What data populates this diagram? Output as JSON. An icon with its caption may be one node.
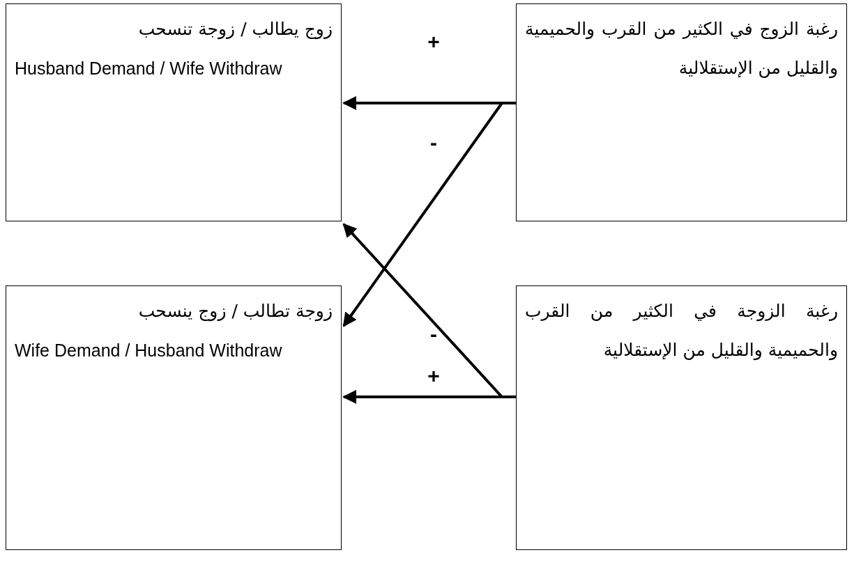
{
  "diagram": {
    "nodes": [
      {
        "text": [
          "زوج يطالب / زوجة تنسحب",
          "Husband Demand / Wife Withdraw"
        ]
      },
      {
        "text": [
          "رغبة الزوج في الكثير من القرب والحميمية والقليل من الإستقلالية"
        ]
      },
      {
        "text": [
          "زوجة تطالب / زوج ينسحب",
          "Wife Demand / Husband Withdraw"
        ]
      },
      {
        "text": [
          "رغبة الزوجة في الكثير من القرب والحميمية والقليل من الإستقلالية"
        ]
      }
    ],
    "edges": [
      {
        "from": 1,
        "to": 0,
        "arrow": "to",
        "label": "+"
      },
      {
        "from": 1,
        "to": 2,
        "arrow": "to",
        "label": "-"
      },
      {
        "from": 3,
        "to": 0,
        "arrow": "to",
        "label": "-"
      },
      {
        "from": 3,
        "to": 2,
        "arrow": "to",
        "label": "+"
      }
    ]
  }
}
